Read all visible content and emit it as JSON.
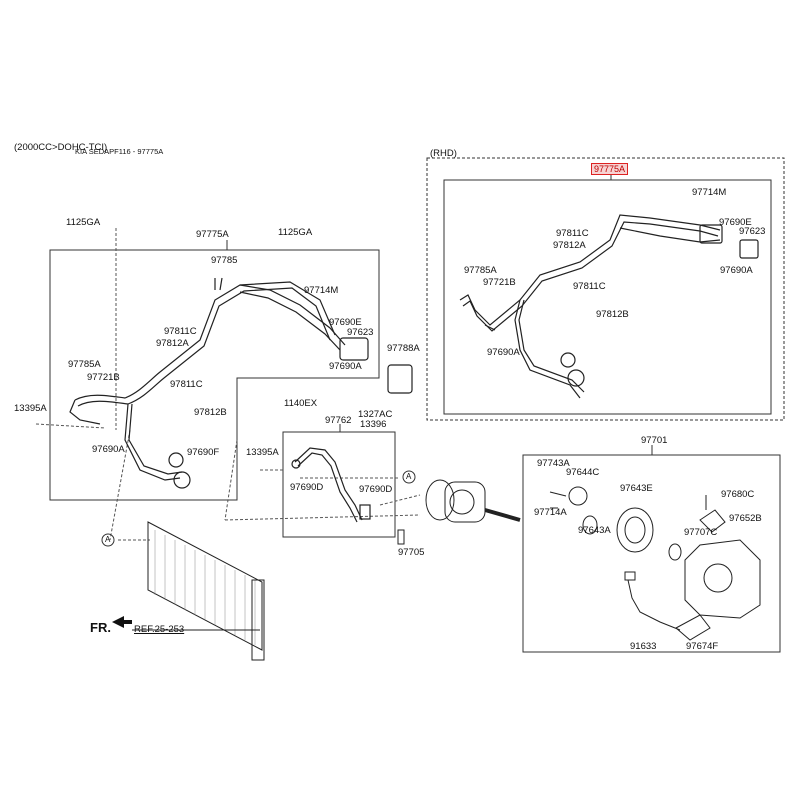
{
  "header": {
    "engine": "(2000CC>DOHC-TCI)",
    "ref_line": "KIA SEDAPF116 - 97775A"
  },
  "rhd": {
    "title": "(RHD)",
    "highlight_part": "97775A",
    "labels": {
      "p97714M": "97714M",
      "p97690E": "97690E",
      "p97623": "97623",
      "p97690A_top": "97690A",
      "p97811C_a": "97811C",
      "p97812A": "97812A",
      "p97785A": "97785A",
      "p97721B": "97721B",
      "p97811C_b": "97811C",
      "p97812B": "97812B",
      "p97690A_bottom": "97690A"
    }
  },
  "lhd": {
    "labels": {
      "p1125GA_left": "1125GA",
      "p97775A": "97775A",
      "p1125GA_right": "1125GA",
      "p97785": "97785",
      "p97714M": "97714M",
      "p97811C_a": "97811C",
      "p97812A": "97812A",
      "p97690E": "97690E",
      "p97623": "97623",
      "p97785A": "97785A",
      "p97690A_r": "97690A",
      "p97721B": "97721B",
      "p97811C_b": "97811C",
      "p97812B": "97812B",
      "p13395A": "13395A",
      "p97690A_l": "97690A",
      "p97690F": "97690F"
    }
  },
  "mid": {
    "labels": {
      "p97788A": "97788A",
      "p1140EX": "1140EX",
      "p1327AC": "1327AC",
      "p97762": "97762",
      "p13396": "13396",
      "p13395A": "13395A",
      "p97690D_a": "97690D",
      "p97690D_b": "97690D",
      "p97705": "97705",
      "callout_a": "A"
    }
  },
  "compressor": {
    "labels": {
      "p97701": "97701",
      "p97743A": "97743A",
      "p97644C": "97644C",
      "p97643E": "97643E",
      "p97680C": "97680C",
      "p97714A": "97714A",
      "p97643A": "97643A",
      "p97652B": "97652B",
      "p97707C": "97707C",
      "p91633": "91633",
      "p97674F": "97674F"
    }
  },
  "bottom": {
    "callout_a": "A",
    "front_label": "FR.",
    "ref_label": "REF.25-253"
  },
  "colors": {
    "line": "#222222",
    "highlight_fill": "#f7d3d3",
    "highlight_border": "#dd2222"
  }
}
